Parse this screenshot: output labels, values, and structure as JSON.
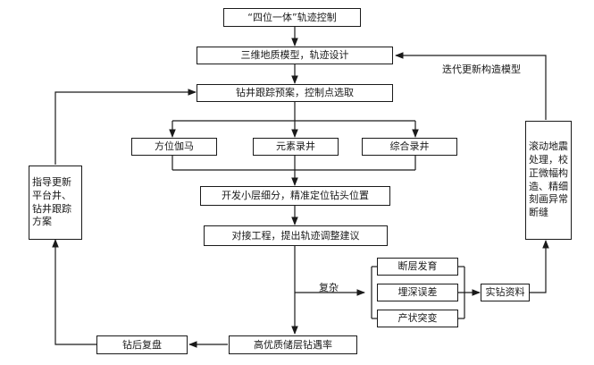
{
  "diagram": {
    "nodes": {
      "four_in_one": "“四位一体”轨迹控制",
      "geo_model": "三维地质模型，轨迹设计",
      "plan": "钻井跟踪预案，控制点选取",
      "azimuth_gamma": "方位伽马",
      "element_logging": "元素录井",
      "comprehensive_logging": "综合录井",
      "layer_subdivision": "开发小层细分，精准定位钻头位置",
      "docking": "对接工程，提出轨迹调整建议",
      "fault": "断层发育",
      "depth_error": "埋深误差",
      "occurrence_change": "产状突变",
      "drilling_data": "实钻资料",
      "high_quality_rate": "高优质储层钻遇率",
      "post_drill_review": "钻后复盘",
      "left_guide_lines": [
        "指导更新",
        "平台井、",
        "钻井跟踪",
        "方案"
      ],
      "right_seismic_lines": [
        "滚动地震",
        "处理，校",
        "正微幅构",
        "造、精细",
        "刻画异常",
        "断缝"
      ]
    },
    "labels": {
      "iterate": "迭代更新构造模型",
      "complex": "复杂"
    }
  }
}
